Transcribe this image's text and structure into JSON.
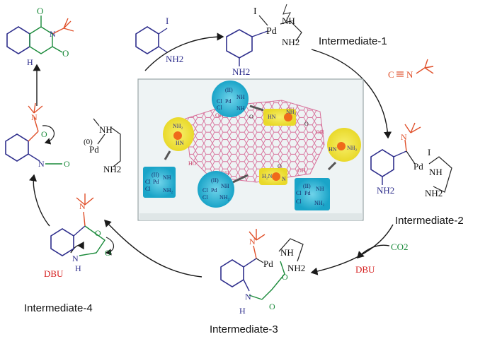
{
  "labels": {
    "intermediate_1": "Intermediate-1",
    "intermediate_2": "Intermediate-2",
    "intermediate_3": "Intermediate-3",
    "intermediate_4": "Intermediate-4"
  },
  "reagents": {
    "co2": "CO2",
    "dbu_1": "DBU",
    "dbu_2": "DBU"
  },
  "atoms": {
    "I": "I",
    "Pd": "Pd",
    "NH": "NH",
    "NH2": "NH2",
    "N": "N",
    "O": "O",
    "H": "H",
    "C": "C",
    "Cl": "Cl",
    "OH": "OH",
    "Pd0": "(0)",
    "PdII": "(II)"
  },
  "colors": {
    "black": "#1a1a1a",
    "blue": "#2e2e8c",
    "orange": "#e0502a",
    "green": "#1a8a3a",
    "red": "#d62020",
    "graphene": "#d8709a",
    "panel": "#eef3f4",
    "yellow_glow": "#f2e24a",
    "cyan_glow": "#2fb6d8",
    "amine_dot": "#ef6a1a"
  }
}
